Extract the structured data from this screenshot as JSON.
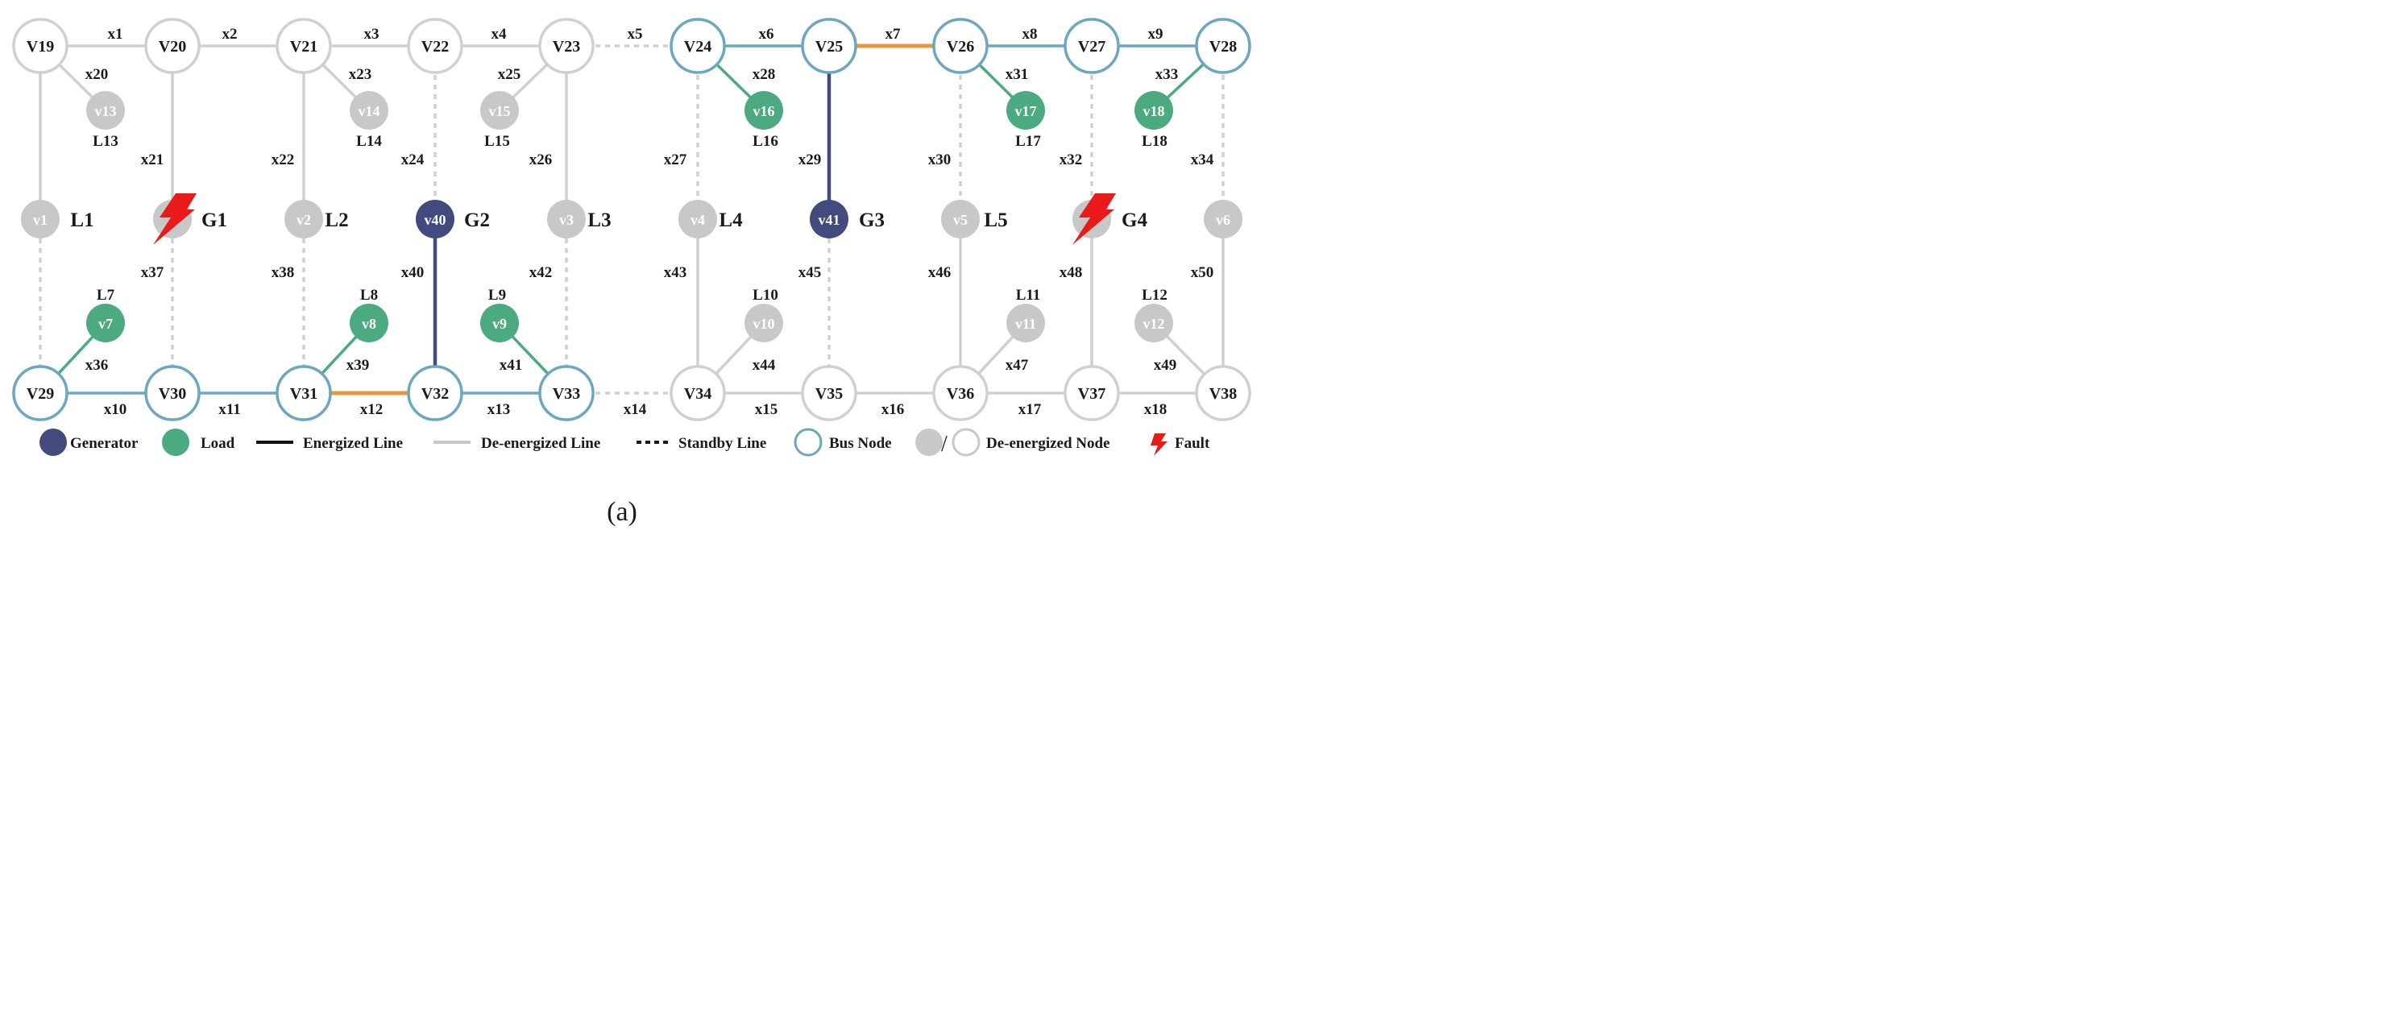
{
  "colors": {
    "bus": "#6ba8bf",
    "gray": "#c8c8c8",
    "lightgray": "#d0d0d0",
    "generator": "#434b7e",
    "load": "#4caa82",
    "orange": "#e8953f",
    "fault": "#e81a1a",
    "text": "#1a1a1a"
  },
  "nodes": [
    {
      "id": "V19",
      "label": "V19",
      "kind": "deBus"
    },
    {
      "id": "V20",
      "label": "V20",
      "kind": "deBus"
    },
    {
      "id": "V21",
      "label": "V21",
      "kind": "deBus"
    },
    {
      "id": "V22",
      "label": "V22",
      "kind": "deBus"
    },
    {
      "id": "V23",
      "label": "V23",
      "kind": "deBus"
    },
    {
      "id": "V24",
      "label": "V24",
      "kind": "bus"
    },
    {
      "id": "V25",
      "label": "V25",
      "kind": "bus"
    },
    {
      "id": "V26",
      "label": "V26",
      "kind": "bus"
    },
    {
      "id": "V27",
      "label": "V27",
      "kind": "bus"
    },
    {
      "id": "V28",
      "label": "V28",
      "kind": "bus"
    },
    {
      "id": "V29",
      "label": "V29",
      "kind": "bus"
    },
    {
      "id": "V30",
      "label": "V30",
      "kind": "bus"
    },
    {
      "id": "V31",
      "label": "V31",
      "kind": "bus"
    },
    {
      "id": "V32",
      "label": "V32",
      "kind": "bus"
    },
    {
      "id": "V33",
      "label": "V33",
      "kind": "bus"
    },
    {
      "id": "V34",
      "label": "V34",
      "kind": "deBus"
    },
    {
      "id": "V35",
      "label": "V35",
      "kind": "deBus"
    },
    {
      "id": "V36",
      "label": "V36",
      "kind": "deBus"
    },
    {
      "id": "V37",
      "label": "V37",
      "kind": "deBus"
    },
    {
      "id": "V38",
      "label": "V38",
      "kind": "deBus"
    },
    {
      "id": "v13",
      "label": "v13",
      "kind": "deLoad"
    },
    {
      "id": "v14",
      "label": "v14",
      "kind": "deLoad"
    },
    {
      "id": "v15",
      "label": "v15",
      "kind": "deLoad"
    },
    {
      "id": "v16",
      "label": "v16",
      "kind": "load"
    },
    {
      "id": "v17",
      "label": "v17",
      "kind": "load"
    },
    {
      "id": "v18",
      "label": "v18",
      "kind": "load"
    },
    {
      "id": "v1",
      "label": "v1",
      "kind": "deLoad"
    },
    {
      "id": "G1n",
      "label": "v",
      "kind": "deLoad"
    },
    {
      "id": "v2",
      "label": "v2",
      "kind": "deLoad"
    },
    {
      "id": "v40",
      "label": "v40",
      "kind": "generator"
    },
    {
      "id": "v3",
      "label": "v3",
      "kind": "deLoad"
    },
    {
      "id": "v4",
      "label": "v4",
      "kind": "deLoad"
    },
    {
      "id": "v41",
      "label": "v41",
      "kind": "generator"
    },
    {
      "id": "v5",
      "label": "v5",
      "kind": "deLoad"
    },
    {
      "id": "G4n",
      "label": "v",
      "kind": "deLoad"
    },
    {
      "id": "v6",
      "label": "v6",
      "kind": "deLoad"
    },
    {
      "id": "v7",
      "label": "v7",
      "kind": "load"
    },
    {
      "id": "v8",
      "label": "v8",
      "kind": "load"
    },
    {
      "id": "v9",
      "label": "v9",
      "kind": "load"
    },
    {
      "id": "v10",
      "label": "v10",
      "kind": "deLoad"
    },
    {
      "id": "v11",
      "label": "v11",
      "kind": "deLoad"
    },
    {
      "id": "v12",
      "label": "v12",
      "kind": "deLoad"
    }
  ],
  "edges": [
    {
      "id": "x1",
      "label": "x1",
      "from": "V19",
      "to": "V20",
      "style": "gray"
    },
    {
      "id": "x2",
      "label": "x2",
      "from": "V20",
      "to": "V21",
      "style": "gray"
    },
    {
      "id": "x3",
      "label": "x3",
      "from": "V21",
      "to": "V22",
      "style": "gray"
    },
    {
      "id": "x4",
      "label": "x4",
      "from": "V22",
      "to": "V23",
      "style": "gray"
    },
    {
      "id": "x5",
      "label": "x5",
      "from": "V23",
      "to": "V24",
      "style": "standby"
    },
    {
      "id": "x6",
      "label": "x6",
      "from": "V24",
      "to": "V25",
      "style": "bus"
    },
    {
      "id": "x7",
      "label": "x7",
      "from": "V25",
      "to": "V26",
      "style": "orange"
    },
    {
      "id": "x8",
      "label": "x8",
      "from": "V26",
      "to": "V27",
      "style": "bus"
    },
    {
      "id": "x9",
      "label": "x9",
      "from": "V27",
      "to": "V28",
      "style": "bus"
    },
    {
      "id": "x10",
      "label": "x10",
      "from": "V29",
      "to": "V30",
      "style": "bus"
    },
    {
      "id": "x11",
      "label": "x11",
      "from": "V30",
      "to": "V31",
      "style": "bus"
    },
    {
      "id": "x12",
      "label": "x12",
      "from": "V31",
      "to": "V32",
      "style": "orange"
    },
    {
      "id": "x13",
      "label": "x13",
      "from": "V32",
      "to": "V33",
      "style": "bus"
    },
    {
      "id": "x14",
      "label": "x14",
      "from": "V33",
      "to": "V34",
      "style": "standby"
    },
    {
      "id": "x15",
      "label": "x15",
      "from": "V34",
      "to": "V35",
      "style": "gray"
    },
    {
      "id": "x16",
      "label": "x16",
      "from": "V35",
      "to": "V36",
      "style": "gray"
    },
    {
      "id": "x17",
      "label": "x17",
      "from": "V36",
      "to": "V37",
      "style": "gray"
    },
    {
      "id": "x18",
      "label": "x18",
      "from": "V37",
      "to": "V38",
      "style": "gray"
    },
    {
      "id": "x20",
      "label": "x20",
      "from": "V19",
      "to": "v13",
      "style": "gray"
    },
    {
      "id": "x23",
      "label": "x23",
      "from": "V21",
      "to": "v14",
      "style": "gray"
    },
    {
      "id": "x25",
      "label": "x25",
      "from": "V23",
      "to": "v15",
      "style": "gray"
    },
    {
      "id": "x28",
      "label": "x28",
      "from": "V24",
      "to": "v16",
      "style": "load"
    },
    {
      "id": "x31",
      "label": "x31",
      "from": "V26",
      "to": "v17",
      "style": "load"
    },
    {
      "id": "x33",
      "label": "x33",
      "from": "V28",
      "to": "v18",
      "style": "load"
    },
    {
      "id": "x21",
      "label": "x21",
      "from": "V20",
      "to": "G1n",
      "style": "gray"
    },
    {
      "id": "x22",
      "label": "x22",
      "from": "V21",
      "to": "v2",
      "style": "gray"
    },
    {
      "id": "x24",
      "label": "x24",
      "from": "V22",
      "to": "v40",
      "style": "standby"
    },
    {
      "id": "x26",
      "label": "x26",
      "from": "V23",
      "to": "v3",
      "style": "gray"
    },
    {
      "id": "x27",
      "label": "x27",
      "from": "V24",
      "to": "v4",
      "style": "standby"
    },
    {
      "id": "x29",
      "label": "x29",
      "from": "V25",
      "to": "v41",
      "style": "energized"
    },
    {
      "id": "x30",
      "label": "x30",
      "from": "V26",
      "to": "v5",
      "style": "standby"
    },
    {
      "id": "x32",
      "label": "x32",
      "from": "V27",
      "to": "G4n",
      "style": "standby"
    },
    {
      "id": "x34",
      "label": "x34",
      "from": "V28",
      "to": "v6",
      "style": "standby"
    },
    {
      "id": "x19",
      "label": "",
      "from": "V19",
      "to": "v1",
      "style": "gray"
    },
    {
      "id": "x35",
      "label": "",
      "from": "v1",
      "to": "V29",
      "style": "standby"
    },
    {
      "id": "x37",
      "label": "x37",
      "from": "G1n",
      "to": "V30",
      "style": "standby"
    },
    {
      "id": "x38",
      "label": "x38",
      "from": "v2",
      "to": "V31",
      "style": "standby"
    },
    {
      "id": "x40",
      "label": "x40",
      "from": "v40",
      "to": "V32",
      "style": "energized"
    },
    {
      "id": "x42",
      "label": "x42",
      "from": "v3",
      "to": "V33",
      "style": "standby"
    },
    {
      "id": "x43",
      "label": "x43",
      "from": "v4",
      "to": "V34",
      "style": "gray"
    },
    {
      "id": "x45",
      "label": "x45",
      "from": "v41",
      "to": "V35",
      "style": "standby"
    },
    {
      "id": "x46",
      "label": "x46",
      "from": "v5",
      "to": "V36",
      "style": "gray"
    },
    {
      "id": "x48",
      "label": "x48",
      "from": "G4n",
      "to": "V37",
      "style": "gray"
    },
    {
      "id": "x50",
      "label": "x50",
      "from": "v6",
      "to": "V38",
      "style": "gray"
    },
    {
      "id": "x36",
      "label": "x36",
      "from": "V29",
      "to": "v7",
      "style": "load"
    },
    {
      "id": "x39",
      "label": "x39",
      "from": "V31",
      "to": "v8",
      "style": "load"
    },
    {
      "id": "x41",
      "label": "x41",
      "from": "V33",
      "to": "v9",
      "style": "load"
    },
    {
      "id": "x44",
      "label": "x44",
      "from": "V34",
      "to": "v10",
      "style": "gray"
    },
    {
      "id": "x47",
      "label": "x47",
      "from": "V36",
      "to": "v11",
      "style": "gray"
    },
    {
      "id": "x49",
      "label": "x49",
      "from": "V38",
      "to": "v12",
      "style": "gray"
    }
  ],
  "tags": [
    {
      "id": "L13",
      "text": "L13",
      "size": "small"
    },
    {
      "id": "L14",
      "text": "L14",
      "size": "small"
    },
    {
      "id": "L15",
      "text": "L15",
      "size": "small"
    },
    {
      "id": "L16",
      "text": "L16",
      "size": "small"
    },
    {
      "id": "L17",
      "text": "L17",
      "size": "small"
    },
    {
      "id": "L18",
      "text": "L18",
      "size": "small"
    },
    {
      "id": "L1",
      "text": "L1",
      "size": "big"
    },
    {
      "id": "G1",
      "text": "G1",
      "size": "big"
    },
    {
      "id": "L2",
      "text": "L2",
      "size": "big"
    },
    {
      "id": "G2",
      "text": "G2",
      "size": "big"
    },
    {
      "id": "L3",
      "text": "L3",
      "size": "big"
    },
    {
      "id": "L4",
      "text": "L4",
      "size": "big"
    },
    {
      "id": "G3",
      "text": "G3",
      "size": "big"
    },
    {
      "id": "L5",
      "text": "L5",
      "size": "big"
    },
    {
      "id": "G4",
      "text": "G4",
      "size": "big"
    },
    {
      "id": "L7",
      "text": "L7",
      "size": "small"
    },
    {
      "id": "L8",
      "text": "L8",
      "size": "small"
    },
    {
      "id": "L9",
      "text": "L9",
      "size": "small"
    },
    {
      "id": "L10",
      "text": "L10",
      "size": "small"
    },
    {
      "id": "L11",
      "text": "L11",
      "size": "small"
    },
    {
      "id": "L12",
      "text": "L12",
      "size": "small"
    }
  ],
  "faults": [
    "G1",
    "G4"
  ],
  "legend": {
    "generator": "Generator",
    "load": "Load",
    "energized": "Energized Line",
    "deenergized": "De-energized Line",
    "standby": "Standby Line",
    "bus": "Bus Node",
    "slash": "/",
    "denode": "De-energized Node",
    "fault": "Fault"
  },
  "caption": "(a)"
}
